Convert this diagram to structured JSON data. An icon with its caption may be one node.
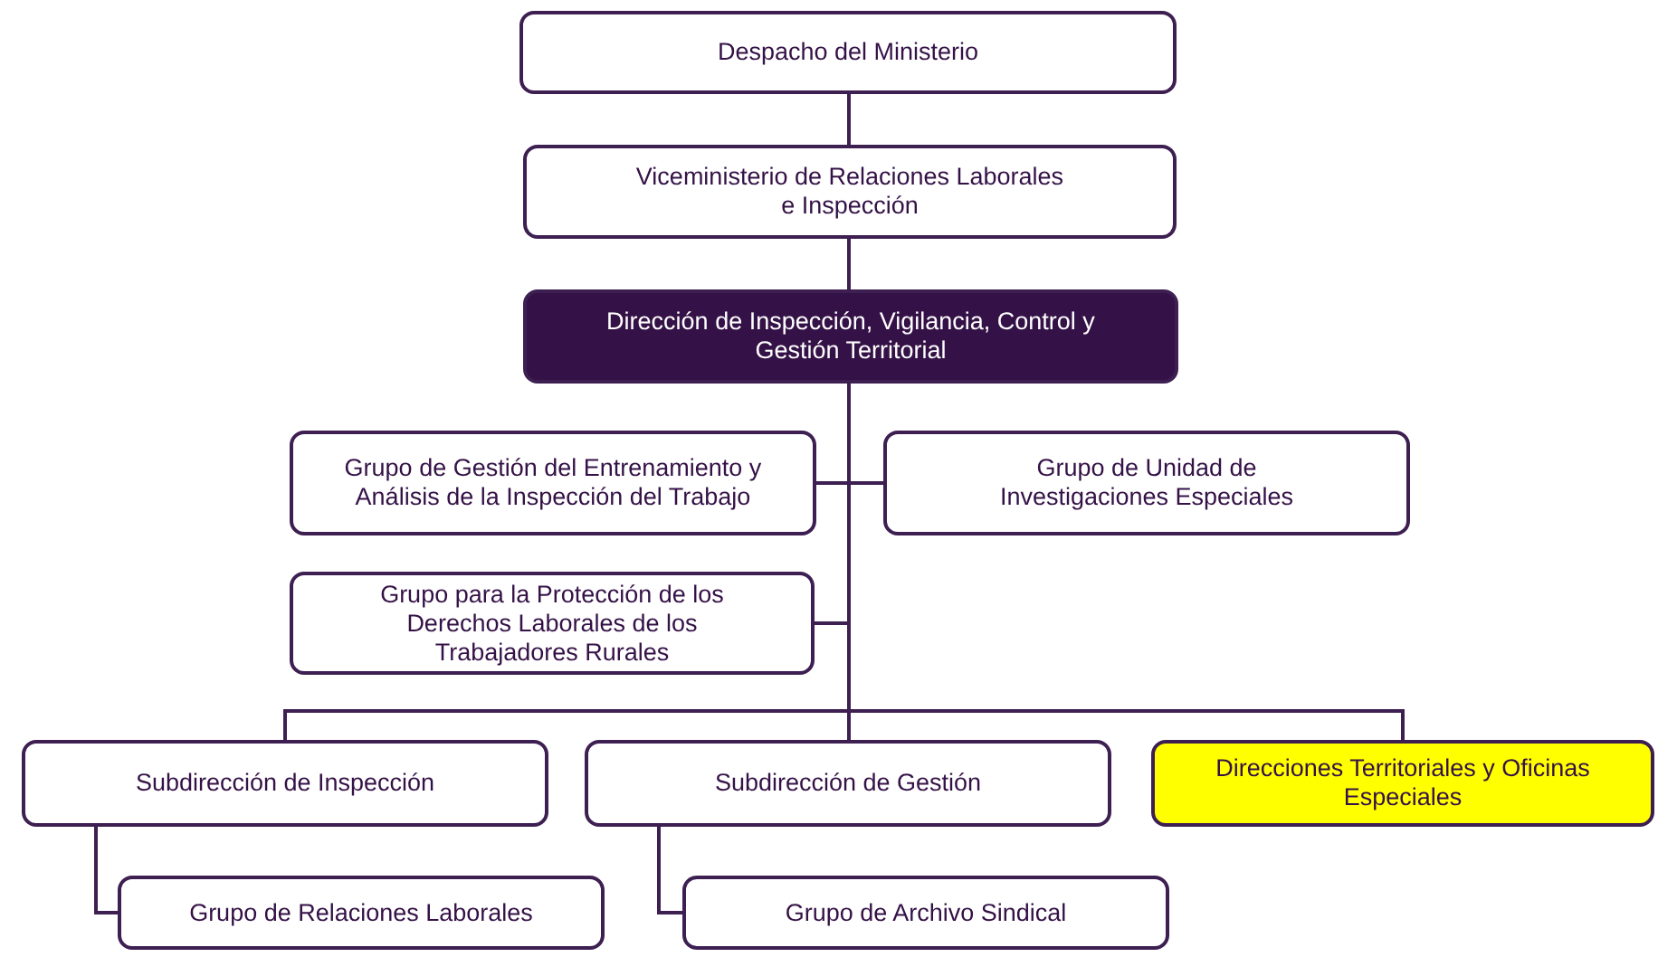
{
  "diagram": {
    "nodes": [
      {
        "text": [
          "Despacho del Ministerio"
        ]
      },
      {
        "text": [
          "Viceministerio de Relaciones Laborales e Inspección"
        ]
      },
      {
        "text": [
          "Dirección de Inspección, Vigilancia, Control y Gestión Territorial"
        ]
      },
      {
        "text": [
          "Grupo de Gestión del Entrenamiento y Análisis de la Inspección del Trabajo"
        ]
      },
      {
        "text": [
          "Grupo de Unidad de Investigaciones Especiales"
        ]
      },
      {
        "text": [
          "Grupo para la Protección de los Derechos Laborales de los Trabajadores Rurales"
        ]
      },
      {
        "text": [
          "Subdirección de Inspección"
        ]
      },
      {
        "text": [
          "Subdirección de Gestión"
        ]
      },
      {
        "text": [
          "Direcciones Territoriales y Oficinas Especiales"
        ]
      },
      {
        "text": [
          "Grupo de Relaciones Laborales"
        ]
      },
      {
        "text": [
          "Grupo de Archivo Sindical"
        ]
      }
    ],
    "edges": [
      {
        "from": 0,
        "to": 1,
        "arrow": "none"
      },
      {
        "from": 1,
        "to": 2,
        "arrow": "none"
      },
      {
        "from": 2,
        "to": 3,
        "arrow": "none"
      },
      {
        "from": 2,
        "to": 4,
        "arrow": "none"
      },
      {
        "from": 2,
        "to": 5,
        "arrow": "none"
      },
      {
        "from": 2,
        "to": 6,
        "arrow": "none"
      },
      {
        "from": 2,
        "to": 7,
        "arrow": "none"
      },
      {
        "from": 2,
        "to": 8,
        "arrow": "none"
      },
      {
        "from": 6,
        "to": 9,
        "arrow": "none"
      },
      {
        "from": 7,
        "to": 10,
        "arrow": "none"
      }
    ]
  }
}
